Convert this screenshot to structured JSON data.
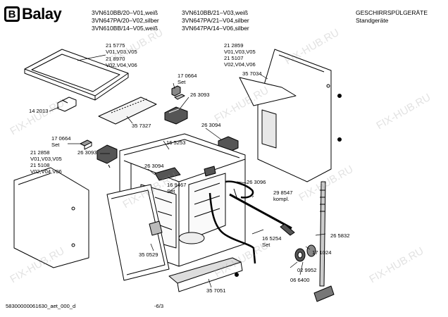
{
  "brand": {
    "letter": "B",
    "name": "Balay"
  },
  "models_left": [
    "3VN610BB/20–V01,weiß",
    "3VN647PA/20–V02,silber",
    "3VN610BB/14–V05,weiß"
  ],
  "models_right": [
    "3VN610BB/21–V03,weiß",
    "3VN647PA/21–V04,silber",
    "3VN647PA/14–V06,silber"
  ],
  "category": [
    "GESCHIRRSPÜLGERÄTE",
    "Standgeräte"
  ],
  "parts": {
    "p215775": "21 5775\nV01,V03,V05",
    "p218970": "21 8970\nV02,V04,V06",
    "p142013": "14 2013",
    "p170664a": "17 0664\nSet",
    "p263093a": "26 3093",
    "p357327": "35 7327",
    "p170664b": "17 0664\nSet",
    "p212858": "21 2858\nV01,V03,V05",
    "p215108": "21 5108\nV02,V04,V06",
    "p263093b": "26 3093",
    "p212859": "21 2859\nV01,V03,V05",
    "p215107": "21 5107\nV02,V04,V06",
    "p357034": "35 7034",
    "p263094a": "26 3094",
    "p165253": "16 5253",
    "p263094b": "26 3094",
    "p169467": "16 9467\nSet",
    "p263096": "26 3096",
    "p298547": "29 8547\nkompl.",
    "p165254": "16 5254\nSet",
    "p265832": "26 5832",
    "p171024": "17 1024",
    "p029952": "02 9952",
    "p066400": "06 6400",
    "p350529": "35 0529",
    "p357051": "35 7051"
  },
  "footer": {
    "code": "58300000061630_aet_000_d",
    "page": "-6/3"
  },
  "watermark": "FIX-HUB.RU"
}
